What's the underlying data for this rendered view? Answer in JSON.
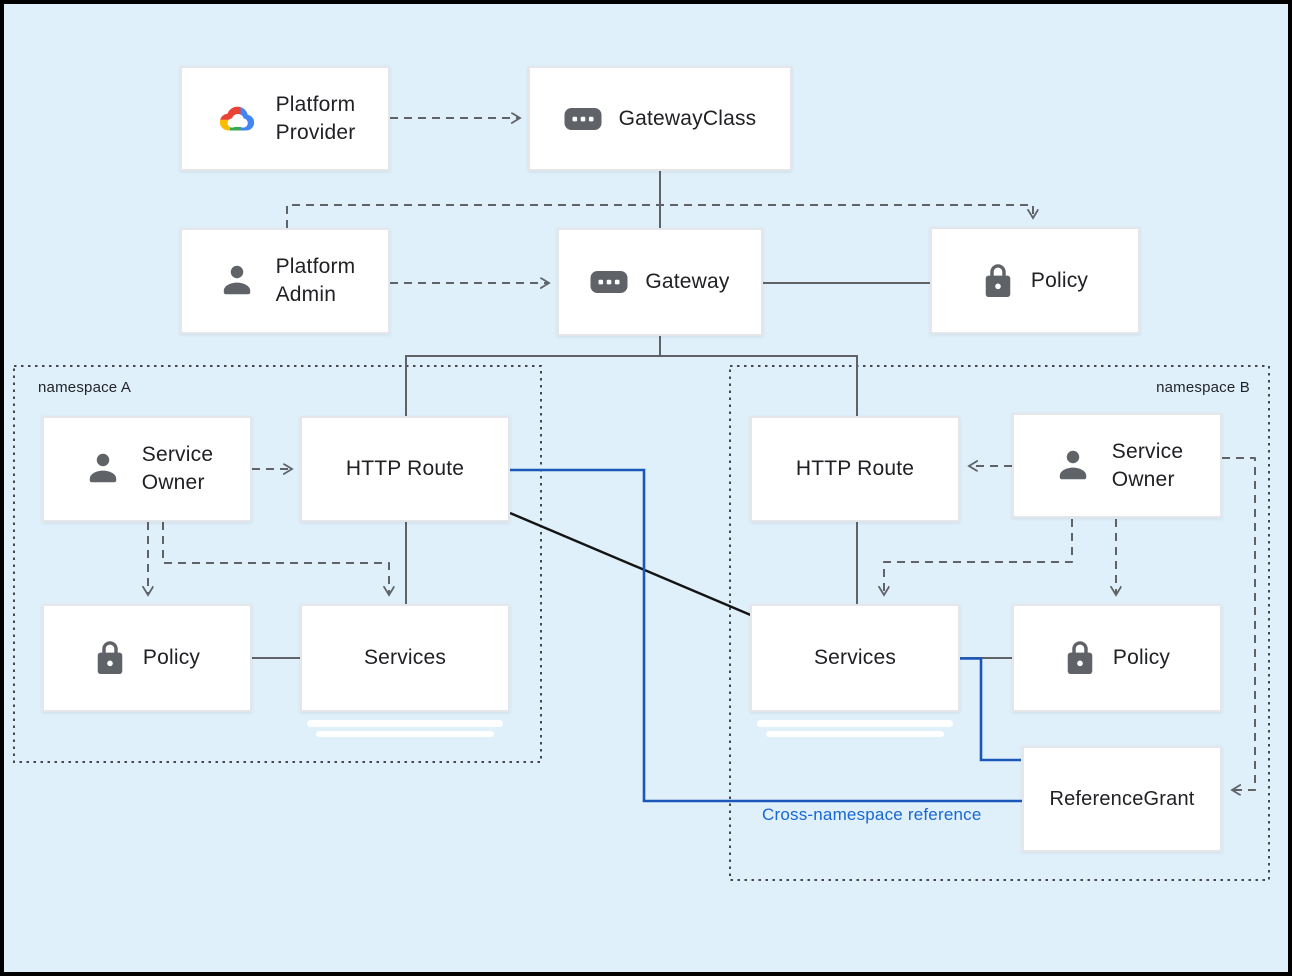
{
  "colors": {
    "background": "#DFF0FB",
    "outer_border": "#000000",
    "box_border": "#E4E6E9",
    "line_gray": "#5F6368",
    "line_black": "#111111",
    "line_blue": "#1A57B8",
    "text_blue": "#1967D2",
    "icon_gray": "#5F6368",
    "text": "#202124"
  },
  "groups": [
    {
      "id": "namespace-a",
      "label": "namespace A"
    },
    {
      "id": "namespace-b",
      "label": "namespace B"
    }
  ],
  "nodes": [
    {
      "id": "platform-provider",
      "label": "Platform\nProvider",
      "icon": "google-cloud-logo"
    },
    {
      "id": "gatewayclass",
      "label": "GatewayClass",
      "icon": "crd-icon"
    },
    {
      "id": "platform-admin",
      "label": "Platform\nAdmin",
      "icon": "person-icon"
    },
    {
      "id": "gateway",
      "label": "Gateway",
      "icon": "crd-icon"
    },
    {
      "id": "policy-top",
      "label": "Policy",
      "icon": "lock-icon"
    },
    {
      "id": "service-owner-a",
      "label": "Service\nOwner",
      "icon": "person-icon"
    },
    {
      "id": "http-route-a",
      "label": "HTTP Route",
      "icon": null
    },
    {
      "id": "policy-a",
      "label": "Policy",
      "icon": "lock-icon"
    },
    {
      "id": "services-a",
      "label": "Services",
      "icon": null
    },
    {
      "id": "http-route-b",
      "label": "HTTP Route",
      "icon": null
    },
    {
      "id": "service-owner-b",
      "label": "Service\nOwner",
      "icon": "person-icon"
    },
    {
      "id": "services-b",
      "label": "Services",
      "icon": null
    },
    {
      "id": "policy-b",
      "label": "Policy",
      "icon": "lock-icon"
    },
    {
      "id": "referencegrant",
      "label": "ReferenceGrant",
      "icon": null
    }
  ],
  "annotations": {
    "cross_namespace_reference": "Cross-namespace reference"
  }
}
